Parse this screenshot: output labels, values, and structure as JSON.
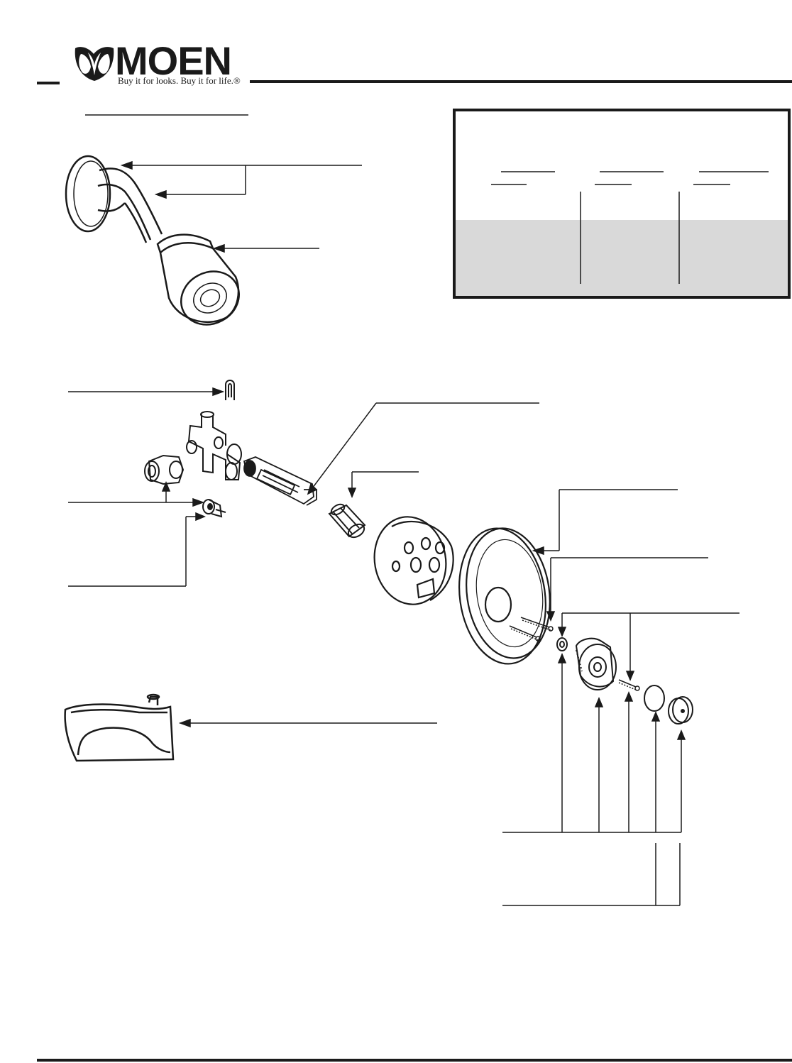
{
  "brand": {
    "name": "MOEN",
    "tagline": "Buy it for looks. Buy it for life.®",
    "icon": "moen-tulip-logo-icon"
  },
  "colors": {
    "ink": "#1a1a1a",
    "shade": "#d9d9d9",
    "paper": "#ffffff"
  },
  "parts": [
    {
      "name": "clip",
      "icon": "retaining-clip-icon"
    },
    {
      "name": "valve-body",
      "icon": "valve-body-icon"
    },
    {
      "name": "stop",
      "icon": "stop-fitting-icon"
    },
    {
      "name": "stop-cartridge",
      "icon": "stop-cartridge-icon"
    },
    {
      "name": "cartridge",
      "icon": "cartridge-icon"
    },
    {
      "name": "stop-tube",
      "icon": "stop-tube-icon"
    },
    {
      "name": "plaster-ground",
      "icon": "plaster-ground-icon"
    },
    {
      "name": "escutcheon",
      "icon": "escutcheon-plate-icon"
    },
    {
      "name": "escutcheon-screws",
      "icon": "long-screws-icon"
    },
    {
      "name": "spacer",
      "icon": "spacer-washer-icon"
    },
    {
      "name": "handle",
      "icon": "knob-handle-icon"
    },
    {
      "name": "handle-screw",
      "icon": "handle-screw-icon"
    },
    {
      "name": "o-ring",
      "icon": "o-ring-icon"
    },
    {
      "name": "handle-cap",
      "icon": "handle-cap-icon"
    },
    {
      "name": "shower-arm-flange",
      "icon": "shower-arm-icon"
    },
    {
      "name": "showerhead",
      "icon": "showerhead-icon"
    },
    {
      "name": "tub-spout",
      "icon": "tub-spout-diverter-icon"
    }
  ]
}
